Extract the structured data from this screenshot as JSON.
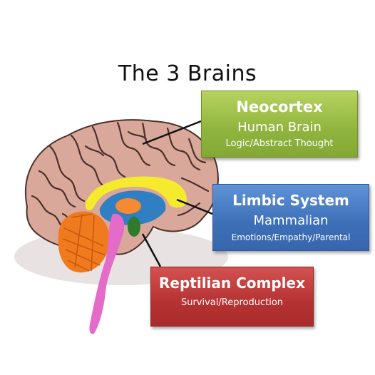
{
  "title": "The 3 Brains",
  "boxes": {
    "neocortex": {
      "name": "Neocortex",
      "type": "Human Brain",
      "functions": "Logic/Abstract Thought",
      "color": "#9dc04c"
    },
    "limbic": {
      "name": "Limbic System",
      "type": "Mammalian",
      "functions": "Emotions/Empathy/Parental",
      "color": "#4a7fc7"
    },
    "reptilian": {
      "name": "Reptilian Complex",
      "functions": "Survival/Reproduction",
      "color": "#c13c3c"
    }
  },
  "brain_colors": {
    "cortex": "#d9a89a",
    "cortex_outline": "#4a302b",
    "cerebellum": "#f07a1e",
    "brainstem": "#e46cc8",
    "limbic_band": "#f5ea2e",
    "amygdala": "#2f7a2b",
    "thalamus": "#f58a32",
    "ventricle": "#2f7fc2"
  }
}
